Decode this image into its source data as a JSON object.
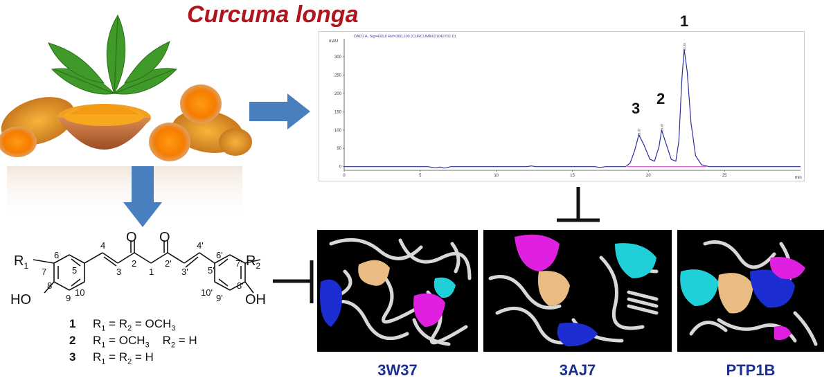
{
  "title": "Curcuma longa",
  "chromatogram": {
    "header": "DAD1 A, Sig=428,8 Ref=360,100 (CURCUMIN\\21042702.D)",
    "y_unit": "mAU",
    "x_unit": "min",
    "y_ticks": [
      "0",
      "50",
      "100",
      "150",
      "200",
      "250",
      "300"
    ],
    "x_ticks": [
      "0",
      "5",
      "10",
      "15",
      "20",
      "25"
    ],
    "peak_labels": [
      "3",
      "2",
      "1"
    ],
    "peak_times": [
      "19.37",
      "20.87",
      "22.35"
    ]
  },
  "chart_data": {
    "type": "line",
    "title": "",
    "xlabel": "min",
    "ylabel": "mAU",
    "xlim": [
      0,
      30
    ],
    "ylim": [
      -10,
      330
    ],
    "series": [
      {
        "x": [
          0,
          5.5,
          6.0,
          6.3,
          6.6,
          7.0,
          8,
          12.0,
          12.3,
          12.6,
          13,
          16.5,
          16.8,
          17.2,
          18.5,
          18.8,
          19.1,
          19.37,
          19.7,
          20.1,
          20.4,
          20.7,
          20.87,
          21.1,
          21.5,
          21.8,
          22.0,
          22.2,
          22.35,
          22.55,
          22.8,
          23.1,
          23.5,
          24.0,
          30
        ],
        "y": [
          0,
          0,
          -3,
          -1,
          -4,
          0,
          0,
          0,
          2,
          0,
          0,
          0,
          -2,
          0,
          0,
          10,
          45,
          87,
          60,
          20,
          15,
          55,
          100,
          70,
          20,
          15,
          70,
          240,
          320,
          260,
          120,
          30,
          5,
          0,
          0
        ]
      }
    ],
    "peaks": [
      {
        "label": "3",
        "time": 19.37,
        "height": 87
      },
      {
        "label": "2",
        "time": 20.87,
        "height": 100
      },
      {
        "label": "1",
        "time": 22.35,
        "height": 320
      }
    ],
    "grid": false
  },
  "structure": {
    "atoms": {
      "r1": "R",
      "r1_sub": "1",
      "r2": "R",
      "r2_sub": "2",
      "oh_left": "HO",
      "oh_right": "OH",
      "o_left": "O",
      "o_right": "O",
      "n6": "6",
      "n7": "7",
      "n8": "8",
      "n9": "9",
      "n10": "10",
      "n5": "5",
      "n4": "4",
      "n3": "3",
      "n2": "2",
      "n1": "1",
      "n2p": "2'",
      "n3p": "3'",
      "n4p": "4'",
      "n5p": "5'",
      "n6p": "6'",
      "n7p": "7'",
      "n8p": "8'",
      "n9p": "9'",
      "n10p": "10'"
    },
    "legend": [
      {
        "num": "1",
        "parts": [
          "R",
          "1",
          " = R",
          "2",
          " = OCH",
          "3",
          ""
        ]
      },
      {
        "num": "2",
        "parts": [
          "R",
          "1",
          " = OCH",
          "3",
          "    R",
          "2",
          " = H"
        ]
      },
      {
        "num": "3",
        "parts": [
          "R",
          "1",
          " = R",
          "2",
          " = H",
          "",
          ""
        ]
      }
    ]
  },
  "proteins": [
    "3W37",
    "3AJ7",
    "PTP1B"
  ],
  "colors": {
    "title": "#b0141c",
    "arrow": "#4a7fbf",
    "protein_label": "#1a2f8f",
    "trace": "#2b2f9a",
    "baseline": "#cc33cc"
  }
}
